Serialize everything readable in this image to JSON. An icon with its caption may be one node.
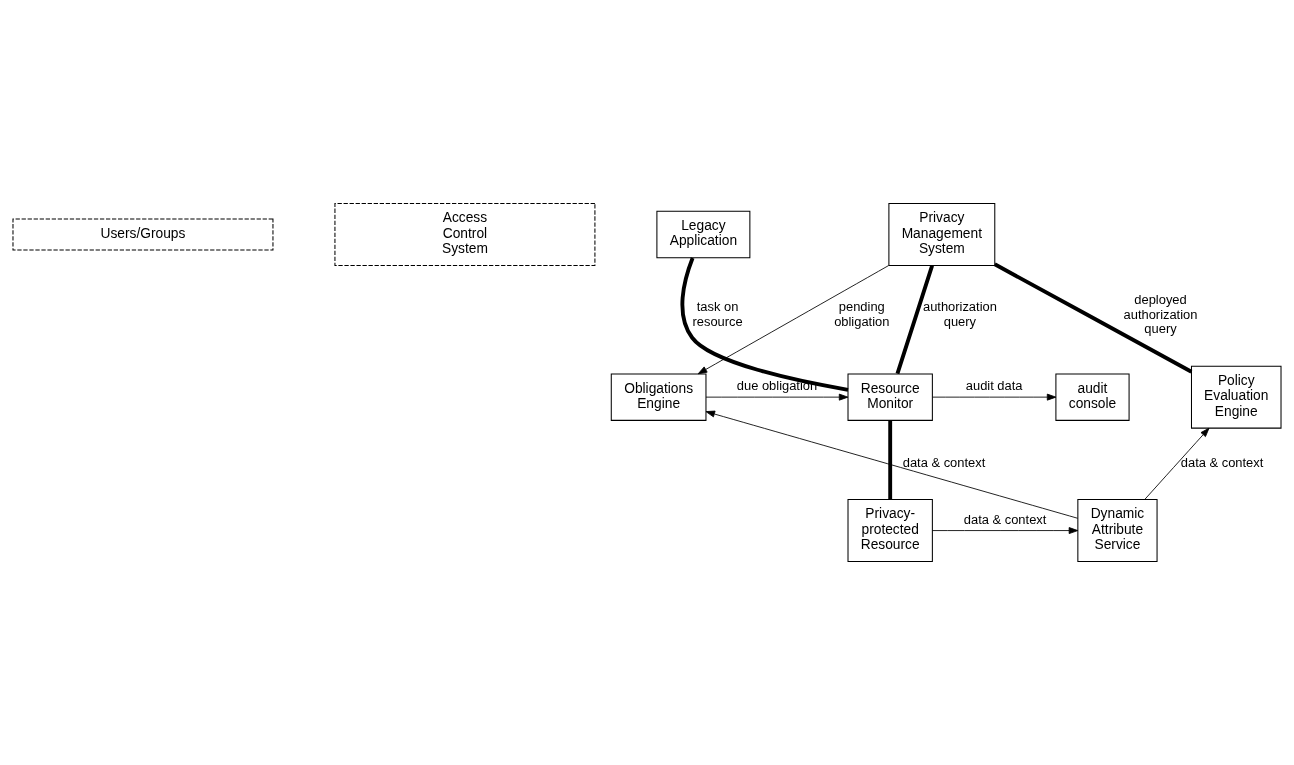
{
  "diagram": {
    "nodes": [
      {
        "text": [
          "Users/Groups"
        ]
      },
      {
        "text": [
          "Access Control System"
        ]
      },
      {
        "text": [
          "Legacy Application"
        ]
      },
      {
        "text": [
          "Privacy Management System"
        ]
      },
      {
        "text": [
          "audit console"
        ]
      },
      {
        "text": [
          "Resource Monitor"
        ]
      },
      {
        "text": [
          "Obligations Engine"
        ]
      },
      {
        "text": [
          "Policy Evaluation Engine"
        ]
      },
      {
        "text": [
          "Privacy-protected Resource"
        ]
      },
      {
        "text": [
          "Dynamic Attribute Service"
        ]
      }
    ],
    "edges": [
      {
        "from": 2,
        "to": 5,
        "arrow": "none",
        "label": "task on resource",
        "style": "thick"
      },
      {
        "from": 3,
        "to": 5,
        "arrow": "none",
        "label": "authorization query",
        "style": "thick"
      },
      {
        "from": 3,
        "to": 6,
        "arrow": "to",
        "label": "pending obligation"
      },
      {
        "from": 3,
        "to": 7,
        "arrow": "none",
        "label": "deployed authorization query",
        "style": "thick"
      },
      {
        "from": 5,
        "to": 4,
        "arrow": "to",
        "label": "audit data"
      },
      {
        "from": 6,
        "to": 5,
        "arrow": "to",
        "label": "due obligation"
      },
      {
        "from": 5,
        "to": 8,
        "arrow": "none",
        "style": "thick"
      },
      {
        "from": 8,
        "to": 9,
        "arrow": "to",
        "label": "data & context"
      },
      {
        "from": 9,
        "to": 6,
        "arrow": "to",
        "label": "data & context"
      },
      {
        "from": 9,
        "to": 7,
        "arrow": "to",
        "label": "data & context"
      }
    ]
  }
}
